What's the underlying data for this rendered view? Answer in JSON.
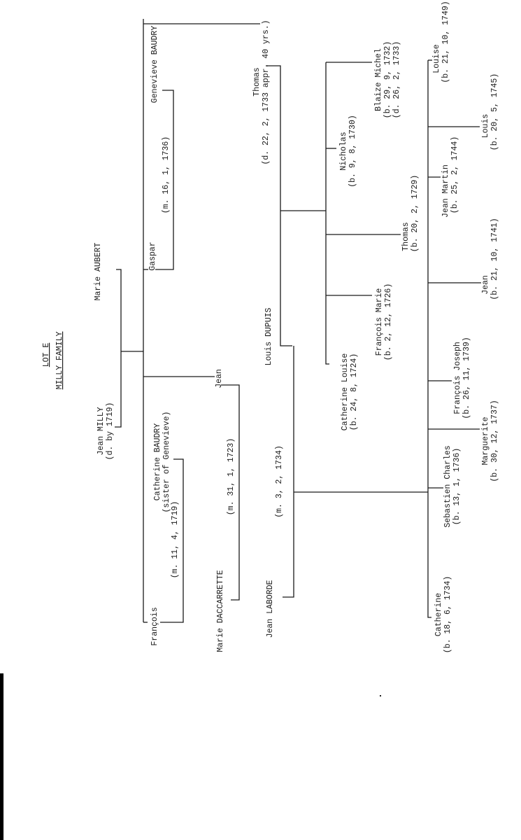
{
  "document": {
    "lot": "LOT E",
    "title": "MILLY FAMILY"
  },
  "people": {
    "marie_aubert": "Marie AUBERT",
    "jean_milly": "Jean MILLY",
    "jean_milly_note": "(d. by 1719)",
    "gaspar": "Gaspar",
    "gaspar_marriage": "(m. 16, 1, 1736)",
    "genevieve_baudry": "Genevieve BAUDRY",
    "francois": "François",
    "francois_marriage": "(m. 11, 4, 1719)",
    "catherine_baudry": "Catherine BAUDRY",
    "catherine_baudry_note": "(sister of Genevieve)",
    "jean": "Jean",
    "jean_marriage": "(m. 31, 1, 1723)",
    "marie_daccarrette": "Marie DACCARRETTE",
    "thomas_sr": "Thomas",
    "thomas_sr_note": "(d. 22, 2, 1733 appr. 40 yrs.)",
    "jean_laborde": "Jean LABORDE",
    "laborde_marriage": "(m. 3, 2, 1734)",
    "louis_dupuis": "Louis DUPUIS"
  },
  "children_thomas": [
    {
      "name": "Catherine Louise",
      "dates": [
        "(b. 24, 8, 1724)"
      ]
    },
    {
      "name": "François Marie",
      "dates": [
        "(b. 2, 12, 1726)"
      ]
    },
    {
      "name": "Thomas",
      "dates": [
        "(b. 20, 2, 1729)"
      ]
    },
    {
      "name": "Nicholas",
      "dates": [
        "(b. 9, 8, 1730)"
      ]
    },
    {
      "name": "Blaize Michel",
      "dates": [
        "(b. 29, 9, 1732)",
        "(d. 26, 2, 1733)"
      ]
    }
  ],
  "children_laborde": [
    {
      "name": "Catherine",
      "dates": [
        "(b. 18, 6, 1734)"
      ]
    },
    {
      "name": "Sebastien Charles",
      "dates": [
        "(b. 13, 1, 1736)"
      ]
    },
    {
      "name": "Marguerite",
      "dates": [
        "(b. 30, 12, 1737)"
      ]
    },
    {
      "name": "François Joseph",
      "dates": [
        "(b. 26, 11, 1739)"
      ]
    },
    {
      "name": "Jean",
      "dates": [
        "(b. 21, 10, 1741)"
      ]
    },
    {
      "name": "Jean Martin",
      "dates": [
        "(b. 25, 2, 1744)"
      ]
    },
    {
      "name": "Louis",
      "dates": [
        "(b. 20, 5, 1745)"
      ]
    },
    {
      "name": "Louise",
      "dates": [
        "(b. 21, 10, 1749)"
      ]
    }
  ]
}
